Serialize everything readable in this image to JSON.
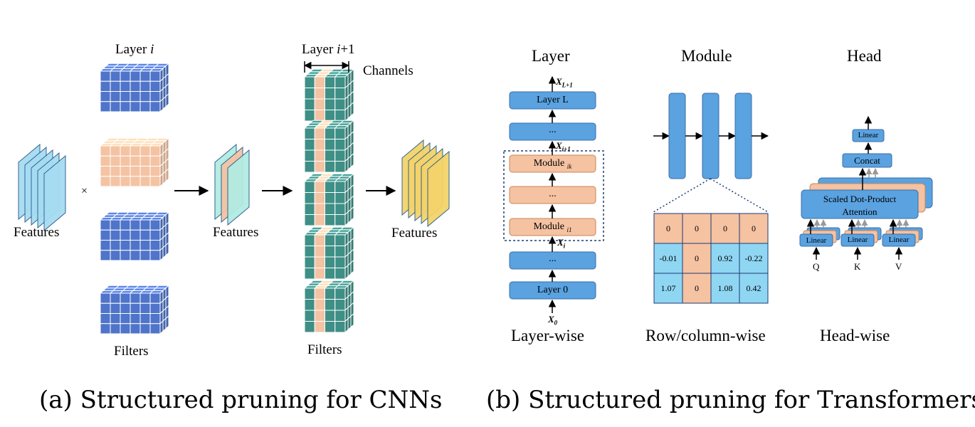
{
  "cnn": {
    "layer_i": "Layer i",
    "layer_i1": "Layer i+1",
    "channels": "Channels",
    "features_in": "Features",
    "features_mid": "Features",
    "features_out": "Features",
    "times": "×",
    "filters_left": "Filters",
    "filters_right": "Filters",
    "caption": "(a) Structured pruning for CNNs"
  },
  "transformer": {
    "titles": {
      "layer": "Layer",
      "module": "Module",
      "head": "Head"
    },
    "layerwise": {
      "layer_L": "Layer L",
      "dots_top": "...",
      "x_L1": "X",
      "x_L1_sub": "L+1",
      "x_i1": "X",
      "x_i1_sub": "i+1",
      "module_ik": "Module",
      "module_ik_sub": "ik",
      "module_dots": "...",
      "module_i1": "Module",
      "module_i1_sub": "i1",
      "x_i": "X",
      "x_i_sub": "i",
      "dots_bottom": "...",
      "layer_0": "Layer 0",
      "x_0": "X",
      "x_0_sub": "0",
      "caption": "Layer-wise"
    },
    "rowcol": {
      "matrix": [
        [
          "0",
          "0",
          "0",
          "0"
        ],
        [
          "-0.01",
          "0",
          "0.92",
          "-0.22"
        ],
        [
          "1.07",
          "0",
          "1.08",
          "0.42"
        ]
      ],
      "caption": "Row/column-wise"
    },
    "headwise": {
      "linear_top": "Linear",
      "concat": "Concat",
      "attention": "Scaled Dot-Product Attention",
      "attention_l1": "Scaled Dot-Product",
      "attention_l2": "Attention",
      "linear_q": "Linear",
      "linear_k": "Linear",
      "linear_v": "Linear",
      "q": "Q",
      "k": "K",
      "v": "V",
      "caption": "Head-wise"
    },
    "caption": "(b) Structured pruning for Transformers"
  },
  "colors": {
    "blue_grid": "#4f74c9",
    "peach": "#f4c3a3",
    "teal": "#3e8f86",
    "light_blue": "#a6dcf2",
    "mint": "#b2ebe2",
    "yellow": "#f3d36a",
    "box_blue": "#5aa2e0",
    "box_peach": "#f5c2a2",
    "cell_blue": "#8fd6f3"
  }
}
